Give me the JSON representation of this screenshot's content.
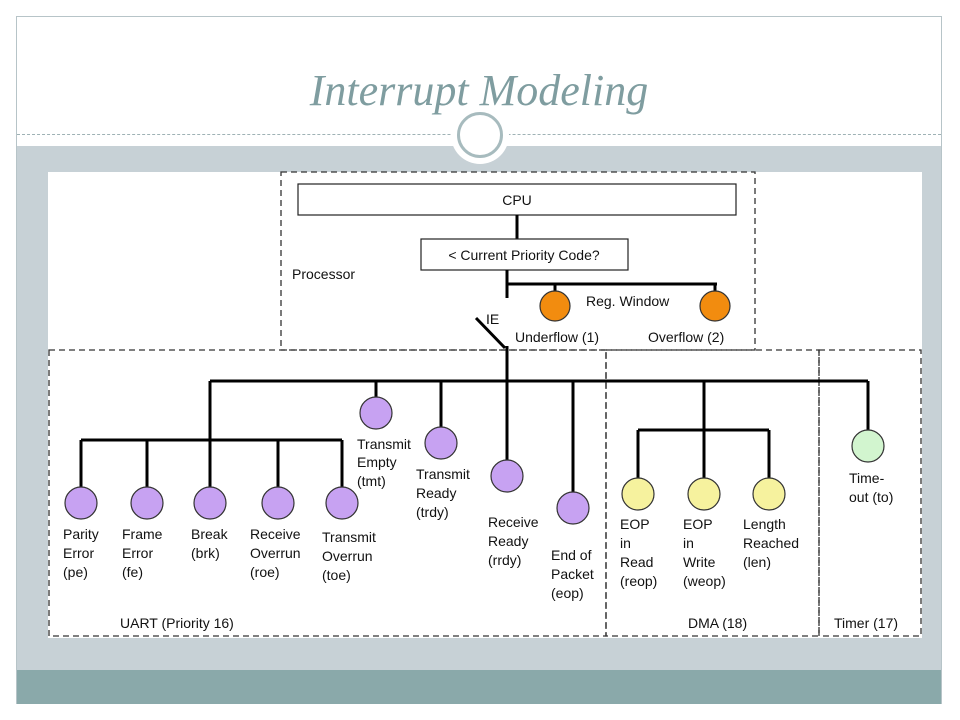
{
  "slide": {
    "title": "Interrupt Modeling"
  },
  "diagram": {
    "processor": {
      "label": "Processor",
      "cpu": "CPU",
      "priority_check": "< Current Priority Code?",
      "reg_window": "Reg. Window",
      "ie": "IE",
      "underflow": "Underflow (1)",
      "overflow": "Overflow (2)"
    },
    "uart": {
      "label": "UART (Priority 16)",
      "parity": [
        "Parity",
        "Error",
        "(pe)"
      ],
      "frame": [
        "Frame",
        "Error",
        "(fe)"
      ],
      "break": [
        "Break",
        "(brk)"
      ],
      "recv_overrun": [
        "Receive",
        "Overrun",
        "(roe)"
      ],
      "trans_overrun": [
        "Transmit",
        "Overrun",
        "(toe)"
      ],
      "trans_empty": [
        "Transmit",
        "Empty",
        "(tmt)"
      ],
      "trans_ready": [
        "Transmit",
        "Ready",
        "(trdy)"
      ],
      "recv_ready": [
        "Receive",
        "Ready",
        "(rrdy)"
      ],
      "end_packet": [
        "End of",
        "Packet",
        "(eop)"
      ]
    },
    "dma": {
      "label": "DMA (18)",
      "eop_read": [
        "EOP",
        "in",
        "Read",
        "(reop)"
      ],
      "eop_write": [
        "EOP",
        "in",
        "Write",
        "(weop)"
      ],
      "length": [
        "Length",
        "Reached",
        "(len)"
      ]
    },
    "timer": {
      "label": "Timer (17)",
      "timeout": [
        "Time-",
        "out (to)"
      ]
    },
    "colors": {
      "uart_node": "#c7a2f2",
      "dma_node": "#f6f29e",
      "timer_node": "#d2f5cf",
      "processor_node": "#f28c0f"
    }
  }
}
